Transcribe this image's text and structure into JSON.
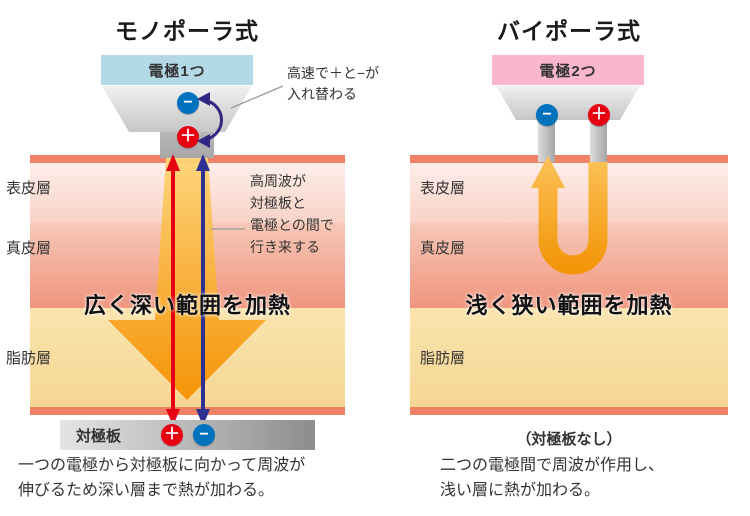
{
  "monopolar": {
    "title": "モノポーラ式",
    "electrode_label": "電極1つ",
    "swap_note": {
      "line1": "高速で＋と−が",
      "line2": "入れ替わる"
    },
    "layers": {
      "epidermis": "表皮層",
      "dermis": "真皮層",
      "fat": "脂肪層"
    },
    "heat_text": "広く深い範囲を加熱",
    "flow_note": {
      "line1": "高周波が",
      "line2": "対極板と",
      "line3": "電極との間で",
      "line4": "行き来する"
    },
    "plate_label": "対極板",
    "caption": {
      "line1": "一つの電極から対極板に向かって周波が",
      "line2": "伸びるため深い層まで熱が加わる。"
    }
  },
  "bipolar": {
    "title": "バイポーラ式",
    "electrode_label": "電極2つ",
    "layers": {
      "epidermis": "表皮層",
      "dermis": "真皮層",
      "fat": "脂肪層"
    },
    "heat_text": "浅く狭い範囲を加熱",
    "plate_note": "（対極板なし）",
    "caption": {
      "line1": "二つの電極間で周波が作用し、",
      "line2": "浅い層に熱が加わる。"
    }
  },
  "symbols": {
    "plus": "＋",
    "minus": "−"
  },
  "colors": {
    "electrode_box_blue": "#b3d9e6",
    "electrode_box_pink": "#f9b6ce",
    "plus_red": "#e60012",
    "minus_blue": "#0071bc",
    "current_arrow_red": "#e60012",
    "current_arrow_blue": "#2e3192",
    "swap_arrow_purple": "#312783",
    "heat_arrow_orange_light": "#fdd679",
    "heat_arrow_orange_dark": "#f59000",
    "skin_strip_coral": "#ef8164",
    "fat_layer_cream": "#f6d794",
    "counter_plate_gray": "#8d8d8d"
  }
}
